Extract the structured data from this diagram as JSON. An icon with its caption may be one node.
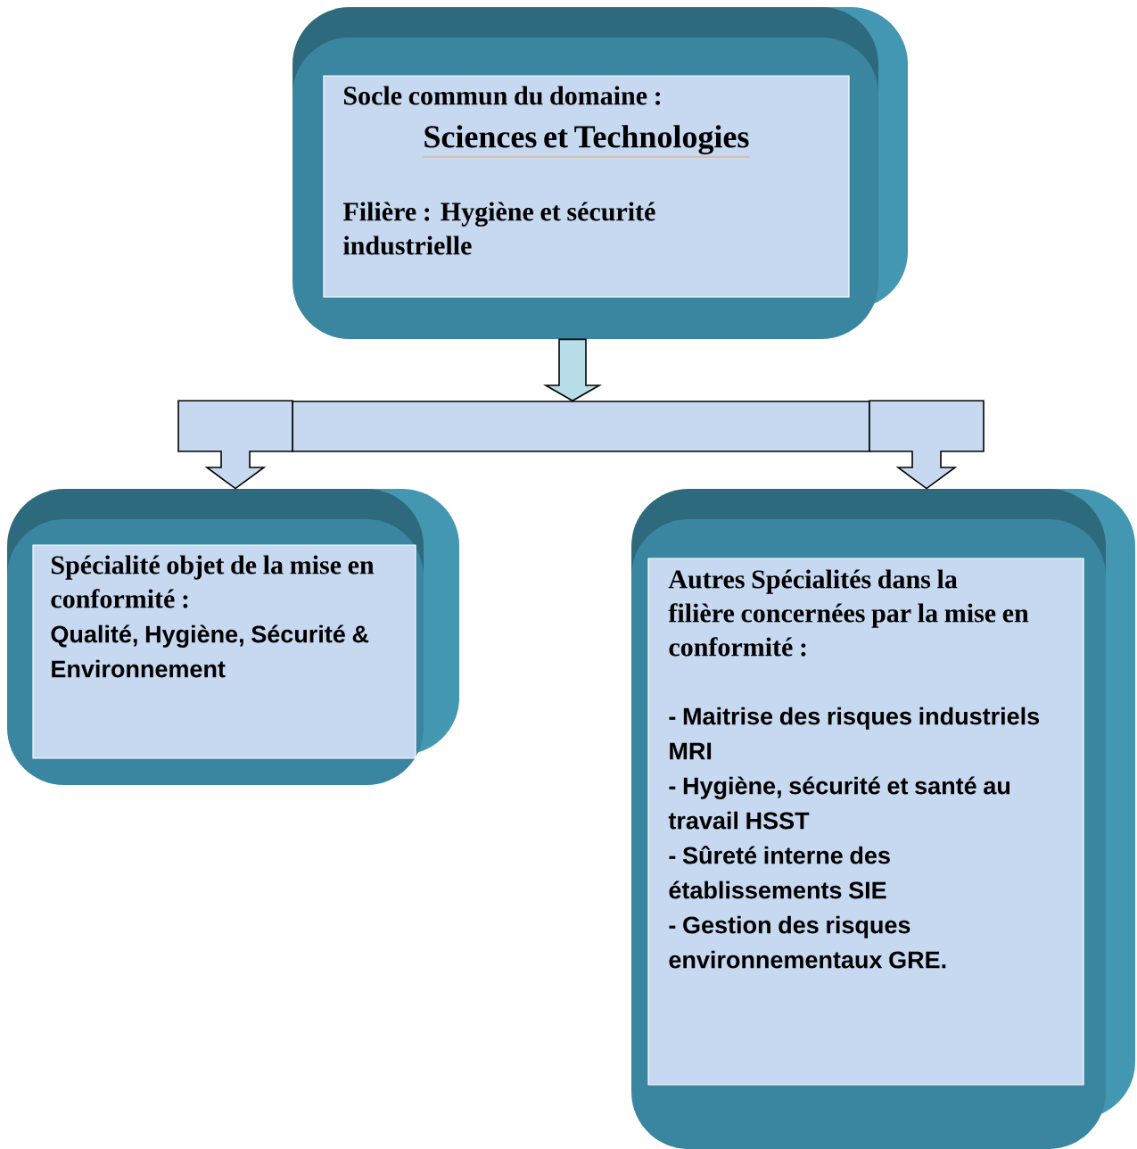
{
  "diagram": {
    "nodes": [
      {
        "text": [
          "Socle commun du domaine :",
          "Sciences et Technologies",
          "Filière : Hygiène et sécurité industrielle"
        ]
      },
      {
        "text": [
          "Spécialité objet de la mise en conformité :",
          "Qualité, Hygiène, Sécurité & Environnement"
        ]
      },
      {
        "text": [
          "Autres Spécialités dans la filière concernées par la mise en conformité :",
          "- Maitrise des risques industriels MRI",
          "- Hygiène, sécurité et santé au travail HSST",
          "- Sûreté interne des établissements SIE",
          "- Gestion des risques environnementaux GRE."
        ]
      },
      {
        "text": [],
        "shape": "bar"
      }
    ],
    "edges": [
      {
        "from": 0,
        "to": 3,
        "arrow": "to"
      },
      {
        "from": 3,
        "to": 1,
        "arrow": "to"
      },
      {
        "from": 3,
        "to": 2,
        "arrow": "to"
      }
    ]
  }
}
